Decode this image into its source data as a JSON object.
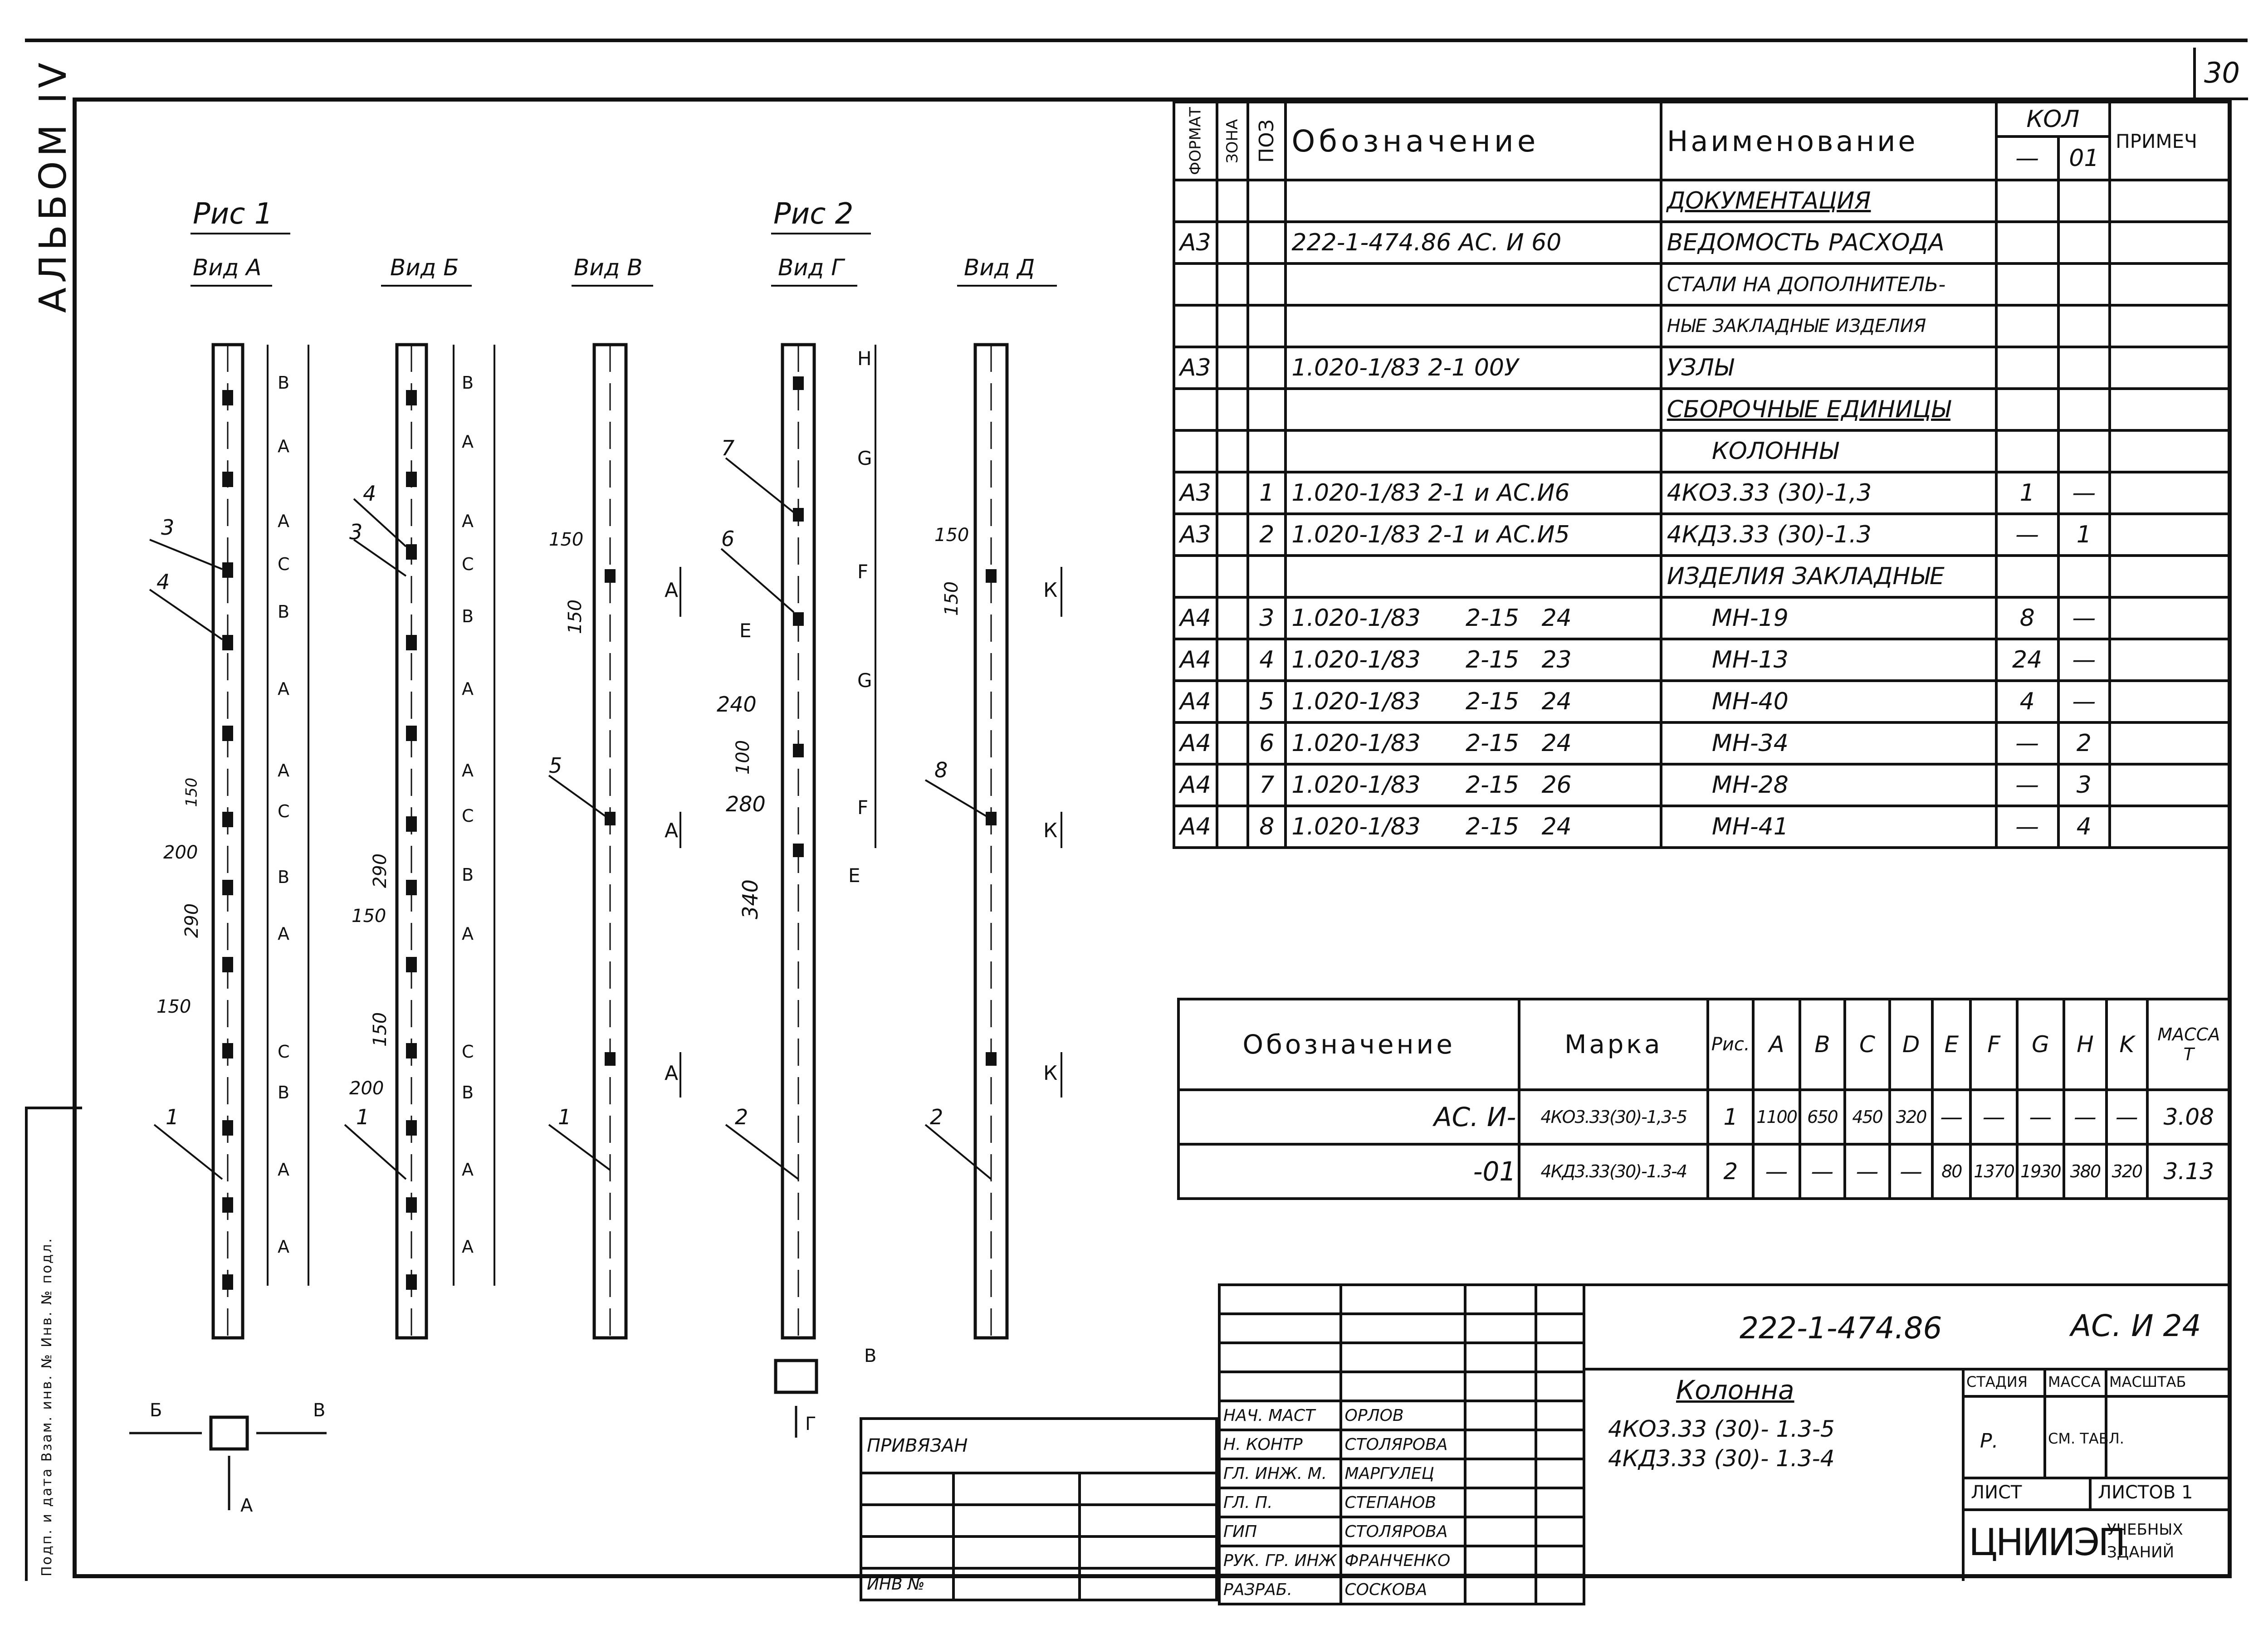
{
  "sheet_number": "30",
  "album": "АЛЬБОМ IV",
  "side_strip_text": "Подп. и дата  Взам. инв. №  Инв. № подл.",
  "figures": {
    "fig1": "Рис 1",
    "fig2": "Рис 2",
    "views": [
      "Вид А",
      "Вид Б",
      "Вид В",
      "Вид Г",
      "Вид Д"
    ]
  },
  "view_letters": {
    "A_view": [
      "В",
      "А",
      "А",
      "С",
      "В",
      "А",
      "А",
      "С",
      "В",
      "А",
      "С",
      "В",
      "А",
      "А"
    ],
    "B_view": [
      "В",
      "А",
      "А",
      "С",
      "В",
      "А",
      "А",
      "С",
      "В",
      "А",
      "С",
      "В",
      "А",
      "А"
    ],
    "G_view": [
      "H",
      "G",
      "F",
      "E",
      "G",
      "F",
      "E"
    ],
    "D_view": [
      "К",
      "К",
      "К"
    ]
  },
  "dims": {
    "d150": "150",
    "d200": "200",
    "d290": "290",
    "d240": "240",
    "d100": "100",
    "d280": "280",
    "d340": "340",
    "letter_A": "А",
    "letter_E": "Е",
    "letter_K": "К"
  },
  "leaders": [
    "3",
    "4",
    "4",
    "3",
    "5",
    "7",
    "6",
    "8",
    "1",
    "1",
    "1",
    "2",
    "2"
  ],
  "section_arrows": {
    "b": "Б",
    "v": "В",
    "a": "А",
    "g": "Г",
    "v2": "В"
  },
  "spec": {
    "headers": {
      "format": "ФОРМАТ",
      "zona": "ЗОНА",
      "poz": "ПОЗ",
      "oboz": "Обозначение",
      "naim": "Наименование",
      "kol": "КОЛ",
      "kol_a": "—",
      "kol_b": "01",
      "prim": "ПРИМЕЧ"
    },
    "rows": [
      {
        "f": "",
        "p": "",
        "o": "",
        "n": "ДОКУМЕНТАЦИЯ",
        "k1": "",
        "k2": "",
        "u": true
      },
      {
        "f": "А3",
        "p": "",
        "o": "222-1-474.86      АС. И 60",
        "n": "ВЕДОМОСТЬ РАСХОДА",
        "k1": "",
        "k2": ""
      },
      {
        "f": "",
        "p": "",
        "o": "",
        "n": "СТАЛИ НА ДОПОЛНИТЕЛЬ-",
        "k1": "",
        "k2": ""
      },
      {
        "f": "",
        "p": "",
        "o": "",
        "n": "НЫЕ ЗАКЛАДНЫЕ ИЗДЕЛИЯ",
        "k1": "",
        "k2": ""
      },
      {
        "f": "А3",
        "p": "",
        "o": "1.020-1/83      2-1  00У",
        "n": "УЗЛЫ",
        "k1": "",
        "k2": ""
      },
      {
        "f": "",
        "p": "",
        "o": "",
        "n": "СБОРОЧНЫЕ ЕДИНИЦЫ",
        "k1": "",
        "k2": "",
        "u": true
      },
      {
        "f": "",
        "p": "",
        "o": "",
        "n": "      КОЛОННЫ",
        "k1": "",
        "k2": ""
      },
      {
        "f": "А3",
        "p": "1",
        "o": "1.020-1/83    2-1  и АС.И6",
        "n": "4КО3.33 (30)-1,3",
        "k1": "1",
        "k2": "—"
      },
      {
        "f": "А3",
        "p": "2",
        "o": "1.020-1/83    2-1  и АС.И5",
        "n": "4КД3.33 (30)-1.3",
        "k1": "—",
        "k2": "1"
      },
      {
        "f": "",
        "p": "",
        "o": "",
        "n": "ИЗДЕЛИЯ  ЗАКЛАДНЫЕ",
        "k1": "",
        "k2": ""
      },
      {
        "f": "А4",
        "p": "3",
        "o": "1.020-1/83      2-15   24",
        "n": "      МН-19",
        "k1": "8",
        "k2": "—"
      },
      {
        "f": "А4",
        "p": "4",
        "o": "1.020-1/83      2-15   23",
        "n": "      МН-13",
        "k1": "24",
        "k2": "—"
      },
      {
        "f": "А4",
        "p": "5",
        "o": "1.020-1/83      2-15   24",
        "n": "      МН-40",
        "k1": "4",
        "k2": "—"
      },
      {
        "f": "А4",
        "p": "6",
        "o": "1.020-1/83      2-15   24",
        "n": "      МН-34",
        "k1": "—",
        "k2": "2"
      },
      {
        "f": "А4",
        "p": "7",
        "o": "1.020-1/83      2-15   26",
        "n": "      МН-28",
        "k1": "—",
        "k2": "3"
      },
      {
        "f": "А4",
        "p": "8",
        "o": "1.020-1/83      2-15   24",
        "n": "      МН-41",
        "k1": "—",
        "k2": "4"
      }
    ]
  },
  "marks": {
    "headers": [
      "Обозначение",
      "Марка",
      "Рис.",
      "A",
      "B",
      "C",
      "D",
      "E",
      "F",
      "G",
      "H",
      "K",
      "МАССА Т"
    ],
    "rows": [
      [
        "АС. И-",
        "4КО3.33(30)-1,3-5",
        "1",
        "1100",
        "650",
        "450",
        "320",
        "—",
        "—",
        "—",
        "—",
        "—",
        "3.08"
      ],
      [
        "-01",
        "4КД3.33(30)-1.3-4",
        "2",
        "—",
        "—",
        "—",
        "—",
        "80",
        "1370",
        "1930",
        "380",
        "320",
        "3.13"
      ]
    ]
  },
  "title_block": {
    "code": "222-1-474.86",
    "sheet_code": "АС. И 24",
    "name": "Колонна",
    "item1": "4КО3.33 (30)- 1.3-5",
    "item2": "4КД3.33 (30)- 1.3-4",
    "privyazan": "ПРИВЯЗАН",
    "inv": "ИНВ №",
    "stage_h": "СТАДИЯ",
    "mass_h": "МАССА",
    "scale_h": "МАСШТАБ",
    "stage": "Р.",
    "mass": "СМ. ТАБЛ.",
    "list_h": "ЛИСТ",
    "lists_h": "ЛИСТОВ 1",
    "org": "ЦНИИЭП",
    "org2": "УЧЕБНЫХ",
    "org3": "ЗДАНИЙ",
    "staff": [
      {
        "role": "НАЧ. МАСТ",
        "name": "ОРЛОВ"
      },
      {
        "role": "Н. КОНТР",
        "name": "СТОЛЯРОВА"
      },
      {
        "role": "ГЛ. ИНЖ. М.",
        "name": "МАРГУЛЕЦ"
      },
      {
        "role": "ГЛ. П.",
        "name": "СТЕПАНОВ"
      },
      {
        "role": "ГИП",
        "name": "СТОЛЯРОВА"
      },
      {
        "role": "РУК. ГР. ИНЖ",
        "name": "ФРАНЧЕНКО"
      },
      {
        "role": "РАЗРАБ.",
        "name": "СОСКОВА"
      }
    ]
  }
}
